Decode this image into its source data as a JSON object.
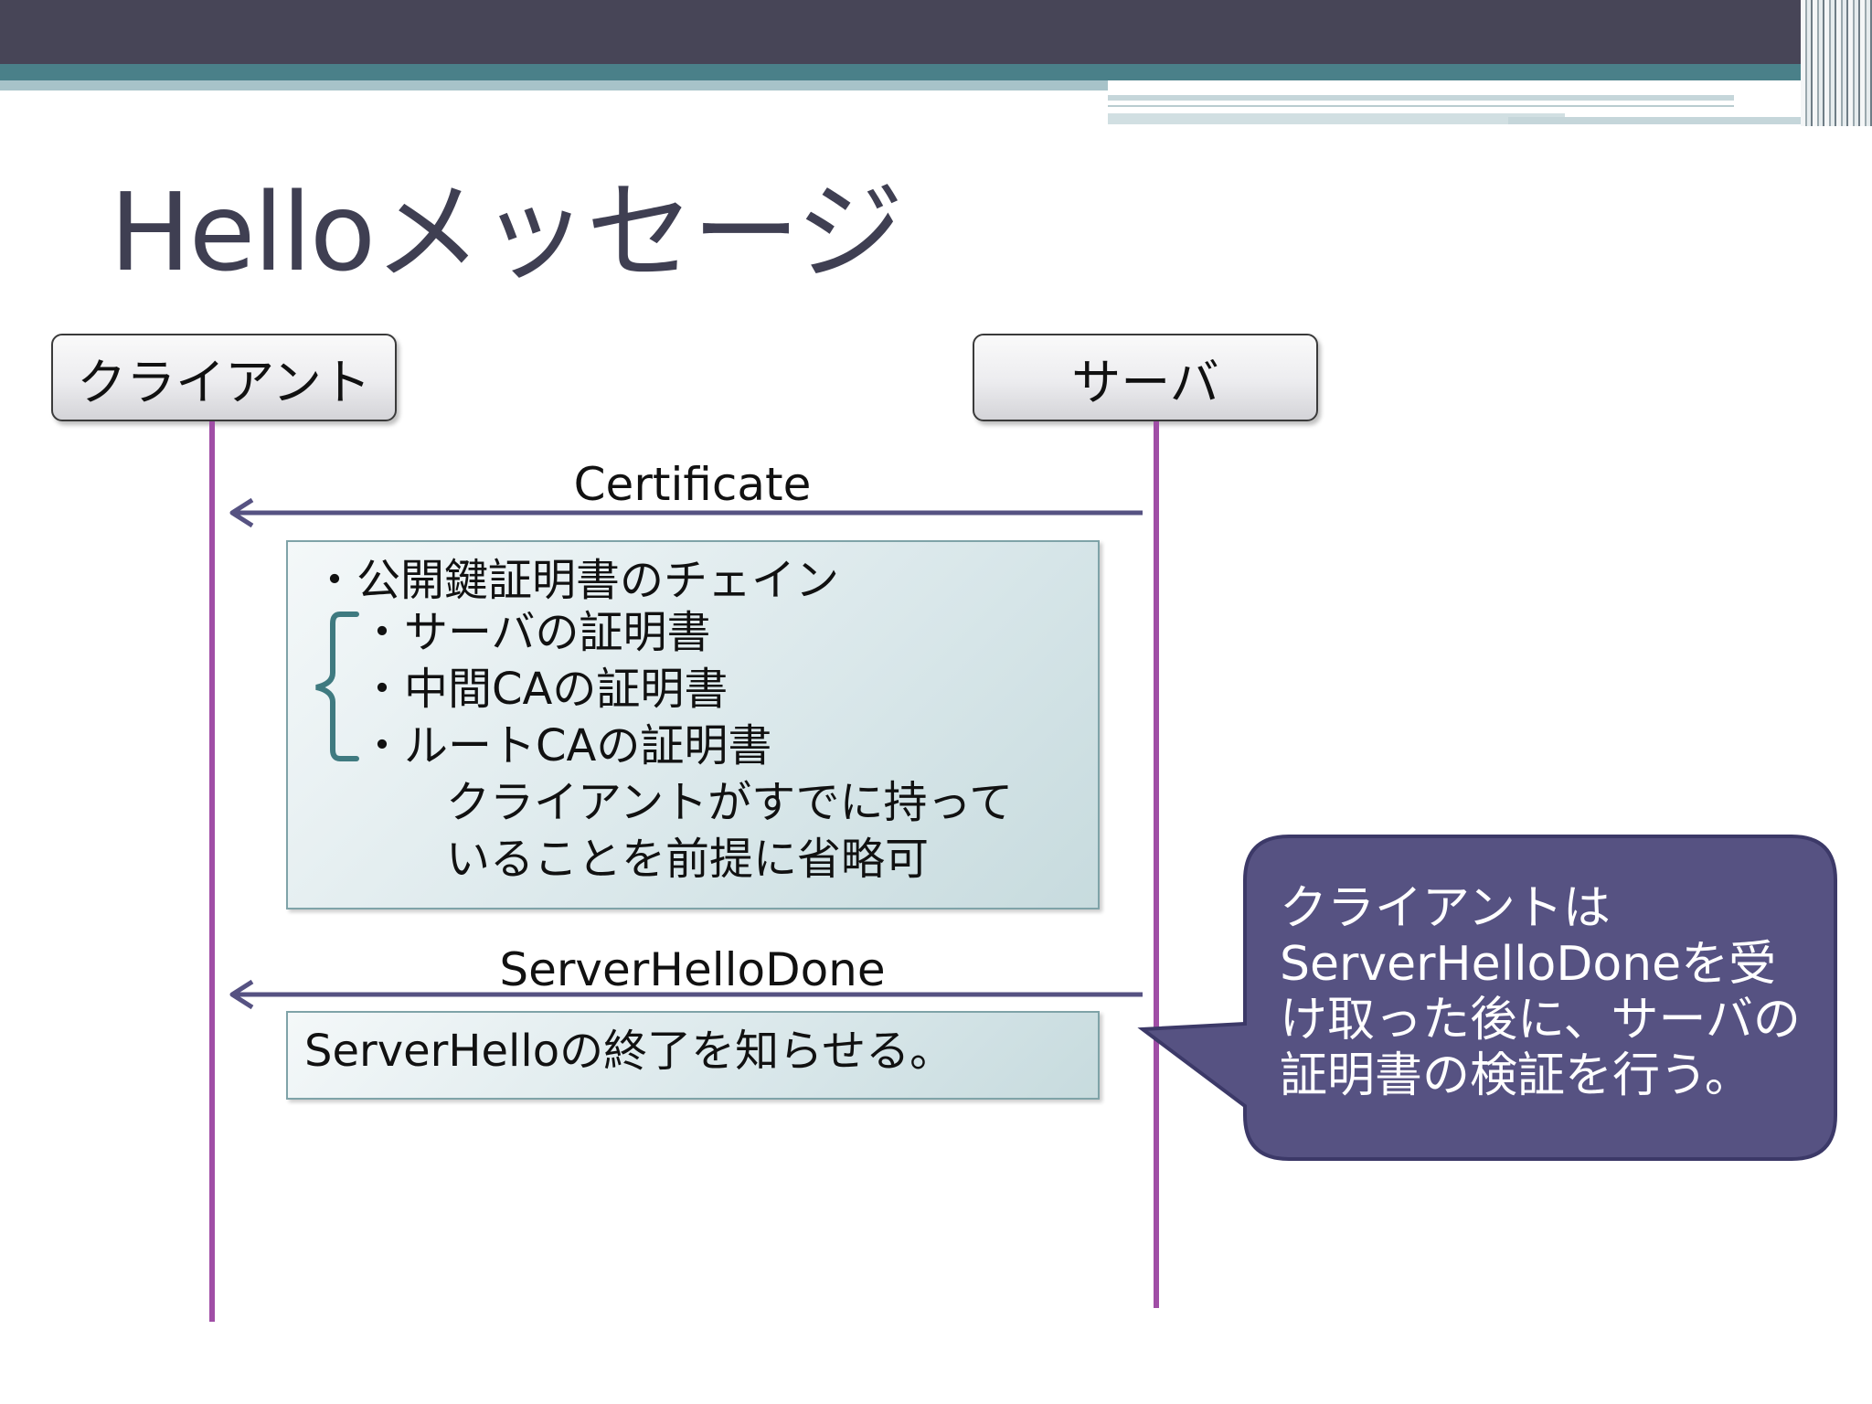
{
  "slide": {
    "title": "Helloメッセージ"
  },
  "actors": {
    "client": "クライアント",
    "server": "サーバ"
  },
  "messages": [
    {
      "label": "Certificate",
      "from": "server",
      "to": "client"
    },
    {
      "label": "ServerHelloDone",
      "from": "server",
      "to": "client"
    }
  ],
  "certificate_note": {
    "chain": "・公開鍵証明書のチェイン",
    "items": [
      "・サーバの証明書",
      "・中間CAの証明書",
      "・ルートCAの証明書"
    ],
    "remark_line1": "クライアントがすでに持って",
    "remark_line2": "いることを前提に省略可"
  },
  "done_note": "ServerHelloの終了を知らせる。",
  "callout": {
    "lines": [
      "クライアントは",
      "ServerHelloDoneを受",
      "け取った後に、サーバの",
      "証明書の検証を行う。"
    ]
  },
  "colors": {
    "header_dark": "#474557",
    "header_teal": "#4a8089",
    "lifeline": "#a04ea6",
    "arrow": "#565282",
    "callout_fill": "#565282",
    "bracket": "#3f7a80"
  }
}
